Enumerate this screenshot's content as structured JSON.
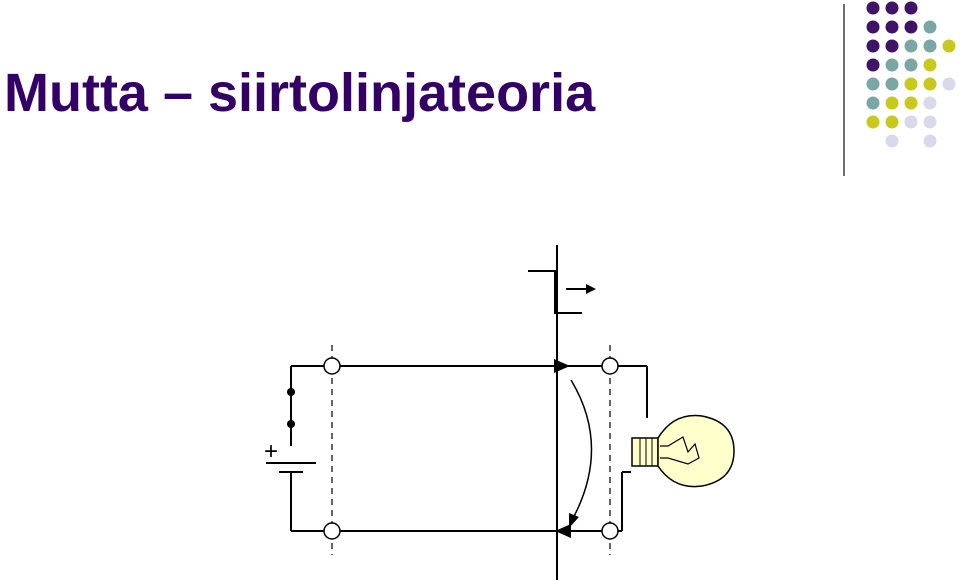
{
  "slide": {
    "title": "Mutta – siirtolinjateoria"
  },
  "decoration": {
    "dot_colors": {
      "purple": "#3d1466",
      "teal": "#7aa6a6",
      "lime": "#c8c81e",
      "lavender": "#d9d9ec"
    },
    "dot_grid": [
      [
        "purple",
        "purple",
        "purple",
        "",
        ""
      ],
      [
        "purple",
        "purple",
        "purple",
        "teal",
        ""
      ],
      [
        "purple",
        "purple",
        "teal",
        "teal",
        "lime"
      ],
      [
        "purple",
        "teal",
        "teal",
        "lime",
        ""
      ],
      [
        "teal",
        "teal",
        "lime",
        "lime",
        "lavender"
      ],
      [
        "teal",
        "lime",
        "lime",
        "lavender",
        ""
      ],
      [
        "lime",
        "lime",
        "lavender",
        "lavender",
        ""
      ],
      [
        "",
        "lavender",
        "",
        "lavender",
        ""
      ]
    ]
  },
  "diagram": {
    "battery_plus": "+",
    "line_color": "#000000",
    "bulb_color": "#ffffcc"
  }
}
